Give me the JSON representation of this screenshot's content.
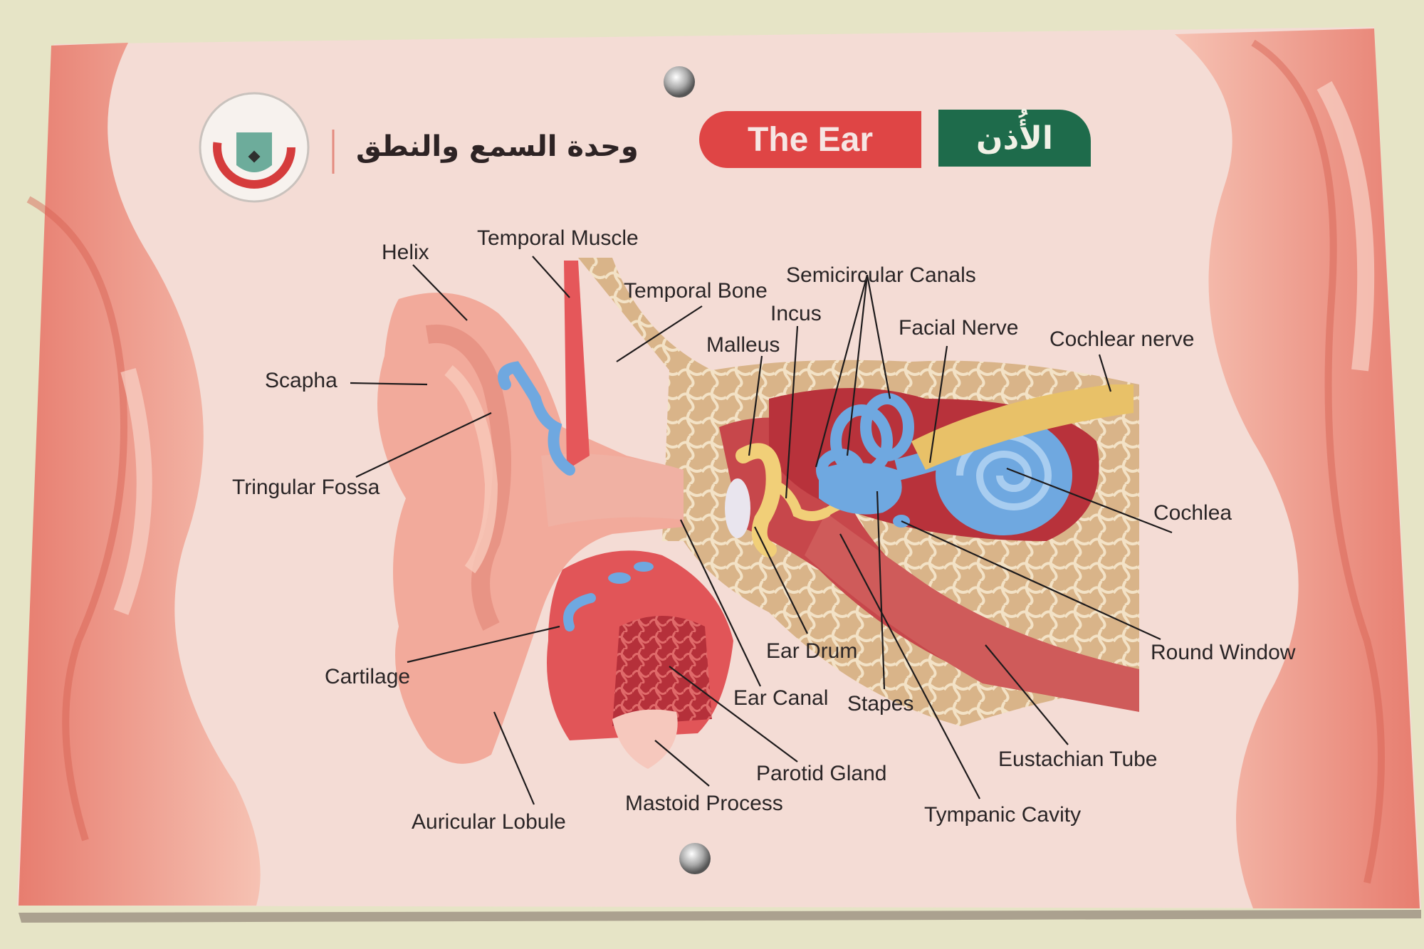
{
  "poster": {
    "header_arabic": "وحدة السمع والنطق",
    "title_en": "The Ear",
    "title_ar": "الأُذن",
    "logo_icon": "hospital-logo-icon"
  },
  "labels": {
    "temporal_muscle": "Temporal Muscle",
    "helix": "Helix",
    "temporal_bone": "Temporal Bone",
    "semicircular_canals": "Semicircular Canals",
    "incus": "Incus",
    "malleus": "Malleus",
    "facial_nerve": "Facial Nerve",
    "cochlear_nerve": "Cochlear nerve",
    "scapha": "Scapha",
    "tringular_fossa": "Tringular Fossa",
    "cochlea": "Cochlea",
    "round_window": "Round Window",
    "ear_drum": "Ear Drum",
    "cartilage": "Cartilage",
    "ear_canal": "Ear Canal",
    "stapes": "Stapes",
    "eustachian_tube": "Eustachian Tube",
    "parotid_gland": "Parotid Gland",
    "mastoid_process": "Mastoid Process",
    "auricular_lobule": "Auricular Lobule",
    "tympanic_cavity": "Tympanic Cavity"
  },
  "colors": {
    "title_red": "#df4545",
    "title_green": "#1e6b4b",
    "skin": "#f1aa9a",
    "bone": "#d9b489",
    "fluid_blue": "#6fa8e0"
  }
}
